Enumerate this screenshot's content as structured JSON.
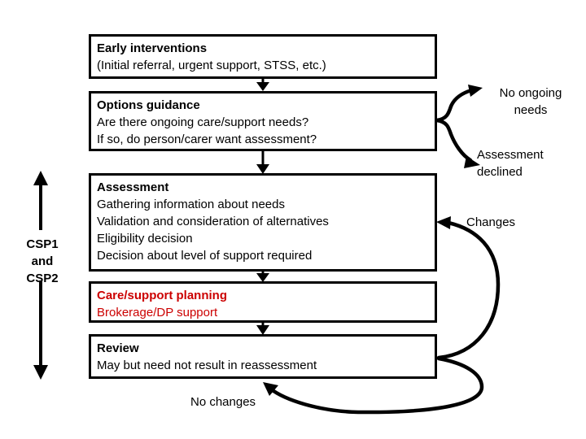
{
  "diagram": {
    "title": "Care and support pathway flowchart",
    "colors": {
      "stroke": "#000000",
      "background": "#ffffff",
      "text": "#000000",
      "accent_red": "#cc0000"
    },
    "boxes": [
      {
        "id": "early-interventions",
        "heading": "Early interventions",
        "lines": [
          "(Initial referral, urgent support, STSS, etc.)"
        ],
        "color": "#000000"
      },
      {
        "id": "options-guidance",
        "heading": "Options guidance",
        "lines": [
          "Are there ongoing care/support needs?",
          "If so, do person/carer want assessment?"
        ],
        "color": "#000000"
      },
      {
        "id": "assessment",
        "heading": "Assessment",
        "lines": [
          "Gathering information about needs",
          "Validation and consideration of alternatives",
          "Eligibility decision",
          "Decision about level of support required"
        ],
        "color": "#000000"
      },
      {
        "id": "care-support-planning",
        "heading": "Care/support planning",
        "lines": [
          "Brokerage/DP support"
        ],
        "color": "#cc0000"
      },
      {
        "id": "review",
        "heading": "Review",
        "lines": [
          "May but need not result in reassessment"
        ],
        "color": "#000000"
      }
    ],
    "edge_labels": [
      {
        "id": "no-ongoing-needs",
        "text_line1": "No ongoing",
        "text_line2": "needs"
      },
      {
        "id": "assessment-declined",
        "text_line1": "Assessment",
        "text_line2": "declined"
      },
      {
        "id": "changes",
        "text_line1": "Changes",
        "text_line2": ""
      },
      {
        "id": "no-changes",
        "text_line1": "No changes",
        "text_line2": ""
      }
    ],
    "span_label": {
      "id": "csp-span",
      "line1": "CSP1",
      "line2": "and",
      "line3": "CSP2"
    }
  }
}
